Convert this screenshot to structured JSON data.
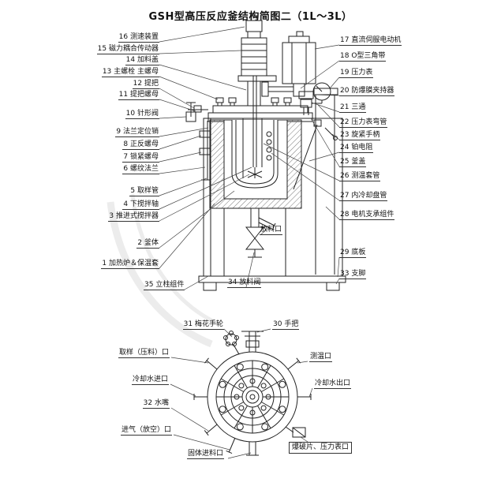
{
  "title": "GSH型高压反应釜结构简图二（1L～3L）",
  "section_view": {
    "left_labels": [
      "16 测速装置",
      "15 磁力耦合传动器",
      "14 加料盖",
      "13 主螺栓 主螺母",
      "12 提把",
      "11 提把螺母",
      "10 针形阀",
      "9 法兰定位销",
      "8 正反螺母",
      "7 锁紧螺母",
      "6 螺纹法兰",
      "5 取样管",
      "4 下搅拌轴",
      "3 推进式搅拌器",
      "2 釜体",
      "1 加热炉＆保温套"
    ],
    "right_labels": [
      "17 直流伺服电动机",
      "18 O型三角带",
      "19 压力表",
      "20 防爆膜夹持器",
      "21 三通",
      "22 压力表弯管",
      "23 旋紧手柄",
      "24 铂电阻",
      "25 釜盖",
      "26 测温套管",
      "27 内冷却盘管",
      "28 电机支承组件",
      "29 底板",
      "33 支脚"
    ],
    "bottom_labels": [
      "35 立柱组件",
      "34 放料阀"
    ],
    "port_label": "放料口"
  },
  "top_view": {
    "labels": [
      "31 梅花手轮",
      "30 手把",
      "取样（压料）口",
      "测温口",
      "冷却水进口",
      "冷却水出口",
      "32 水嘴",
      "进气（放空）口",
      "固体进料口",
      "爆破片、压力表口"
    ]
  }
}
